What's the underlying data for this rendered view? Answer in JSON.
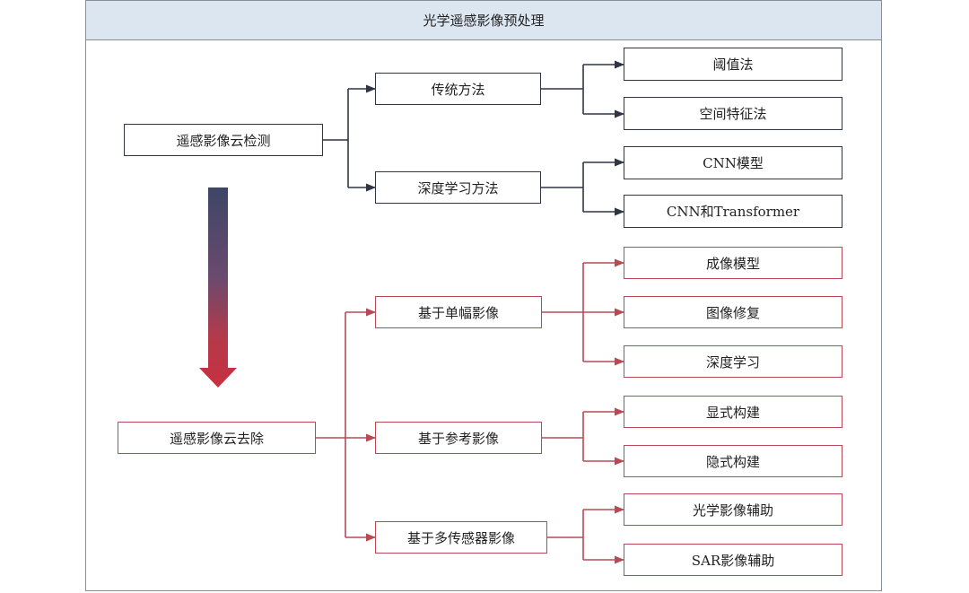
{
  "header": {
    "title": "光学遥感影像预处理"
  },
  "colors": {
    "dark": "#2f3545",
    "red": "#b84a55",
    "header_bg": "#dce6f1"
  },
  "detection": {
    "root": "遥感影像云检测",
    "traditional": {
      "label": "传统方法",
      "children": [
        "阈值法",
        "空间特征法"
      ]
    },
    "deep": {
      "label": "深度学习方法",
      "children": [
        "CNN模型",
        "CNN和Transformer"
      ]
    }
  },
  "removal": {
    "root": "遥感影像云去除",
    "single": {
      "label": "基于单幅影像",
      "children": [
        "成像模型",
        "图像修复",
        "深度学习"
      ]
    },
    "reference": {
      "label": "基于参考影像",
      "children": [
        "显式构建",
        "隐式构建"
      ]
    },
    "multisensor": {
      "label": "基于多传感器影像",
      "children": [
        "光学影像辅助",
        "SAR影像辅助"
      ]
    }
  }
}
